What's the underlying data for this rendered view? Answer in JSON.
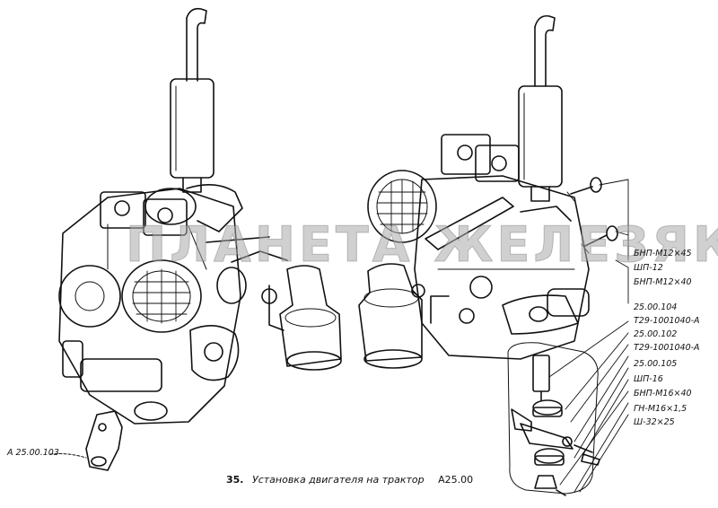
{
  "figure": {
    "number": "35.",
    "caption": "Установка двигателя на трактор",
    "model": "А25.00"
  },
  "watermark": "ПЛАНЕТА ЖЕЛЕЗЯКА",
  "callouts": {
    "left_bracket": "А 25.00.103",
    "bnp_m12x45": "БНП-М12×45",
    "shp_12": "ШП-12",
    "bnp_m12x40": "БНП-М12×40",
    "part_25_00_104": "25.00.104",
    "t29_a_1": "Т29-1001040-А",
    "part_25_00_102": "25.00.102",
    "t29_a_2": "Т29-1001040-А",
    "part_25_00_105": "25.00.105",
    "shp_16": "ШП-16",
    "bnp_m16x40": "БНП-М16×40",
    "gn_m16": "ГН-М16×1,5",
    "sh_32x25": "Ш-32×25"
  }
}
